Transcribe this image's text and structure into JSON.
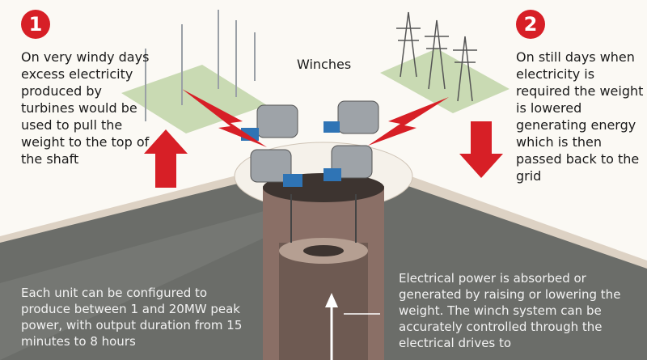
{
  "step1": {
    "number": "1",
    "text": "On very windy days excess electricity produced by turbines would be used to pull the weight to the top of the shaft"
  },
  "step2": {
    "number": "2",
    "text": "On still days when electricity is required the weight is lowered generating energy which is then passed back to the grid"
  },
  "winches_label": "Winches",
  "note_left": "Each unit can be configured to produce between 1 and 20MW peak power, with output duration from 15 minutes to 8 hours",
  "note_right": "Electrical power is absorbed or generated by raising or lowering the weight. The winch system can be accurately controlled through the electrical drives to",
  "colors": {
    "accent_red": "#d71f26",
    "ground": "#6b6d69",
    "shaft": "#8a6f66",
    "field": "#c9dab3"
  }
}
